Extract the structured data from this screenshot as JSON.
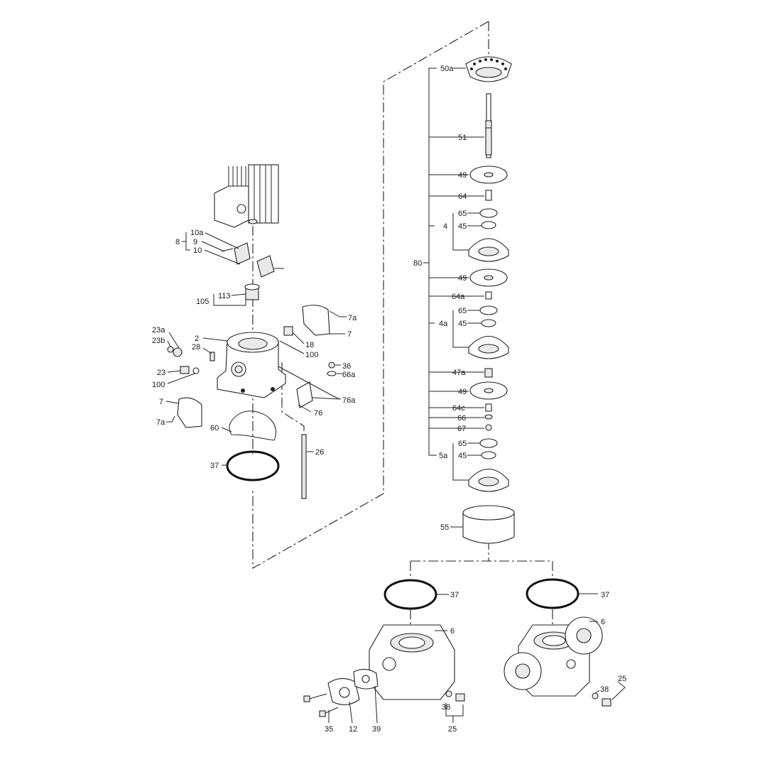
{
  "labels": {
    "l50a": "50a",
    "l51": "51",
    "l49a": "49",
    "l64": "64",
    "l65a": "65",
    "l4": "4",
    "l45a": "45",
    "l80": "80",
    "l49b": "49",
    "l64a": "64a",
    "l65b": "65",
    "l4a": "4a",
    "l45b": "45",
    "l47a": "47a",
    "l49c": "49",
    "l64c": "64c",
    "l66": "66",
    "l67": "67",
    "l65c": "65",
    "l5a": "5a",
    "l45c": "45",
    "l55": "55",
    "l37a": "37",
    "l6a": "6",
    "l37b": "37",
    "l6b": "6",
    "l25a": "25",
    "l38a": "38",
    "l25b": "25",
    "l38b": "38",
    "l35": "35",
    "l12": "12",
    "l39": "39",
    "l10a": "10a",
    "l9": "9",
    "l8": "8",
    "l10": "10",
    "l113": "113",
    "l105": "105",
    "l7a_top": "7a",
    "l7_top": "7",
    "l18": "18",
    "l100a": "100",
    "l23a": "23a",
    "l23b": "23b",
    "l2": "2",
    "l28": "28",
    "l36": "36",
    "l66a": "66a",
    "l23": "23",
    "l100b": "100",
    "l76a": "76a",
    "l76": "76",
    "l7_left": "7",
    "l7a_left": "7a",
    "l60": "60",
    "l26": "26",
    "l37c": "37"
  }
}
